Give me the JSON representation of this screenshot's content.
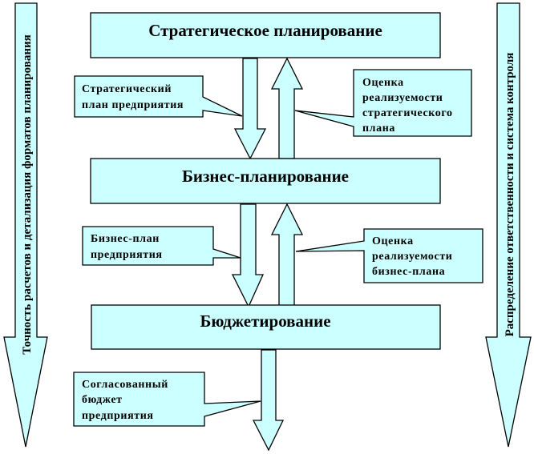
{
  "colors": {
    "fill": "#ccffff",
    "stroke": "#000000",
    "text": "#000000"
  },
  "side_arrows": {
    "left": "Точность расчетов и детализация форматов планирования",
    "right": "Распределение ответственности и система контроля"
  },
  "stages": [
    {
      "id": "strategic",
      "label": "Стратегическое планирование"
    },
    {
      "id": "business",
      "label": "Бизнес-планирование"
    },
    {
      "id": "budget",
      "label": "Бюджетирование"
    }
  ],
  "callouts": [
    {
      "id": "strategic-plan",
      "lines": [
        "Стратегический",
        "план предприятия"
      ]
    },
    {
      "id": "strategic-feasibility",
      "lines": [
        "Оценка",
        "реализуемости",
        "стратегического",
        "плана"
      ]
    },
    {
      "id": "business-plan",
      "lines": [
        "Бизнес-план",
        "предприятия"
      ]
    },
    {
      "id": "business-feasibility",
      "lines": [
        "Оценка",
        "реализуемости",
        "бизнес-плана"
      ]
    },
    {
      "id": "agreed-budget",
      "lines": [
        "Согласованный",
        "бюджет",
        "предприятия"
      ]
    }
  ]
}
